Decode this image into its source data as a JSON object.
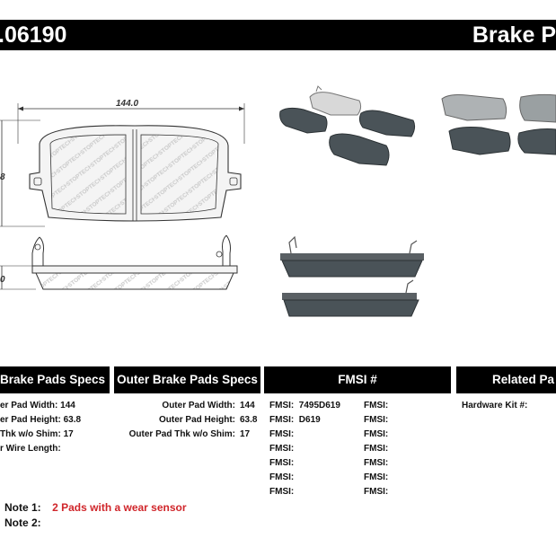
{
  "header": {
    "part_number": ".06190",
    "category": "Brake P"
  },
  "drawing": {
    "width_dim": "144.0",
    "height_dim_fragment": "8",
    "thk_dim_fragment": "0",
    "watermark": "STOPTECH"
  },
  "columns": {
    "inner": {
      "title": "Brake Pads Specs",
      "rows": [
        {
          "label": "er Pad Width:",
          "value": "144"
        },
        {
          "label": "er Pad Height:",
          "value": "63.8"
        },
        {
          "label": "Thk w/o Shim:",
          "value": "17"
        },
        {
          "label": "r Wire Length:",
          "value": ""
        }
      ]
    },
    "outer": {
      "title": "Outer Brake Pads Specs",
      "rows": [
        {
          "label": "Outer Pad Width:",
          "value": "144"
        },
        {
          "label": "Outer Pad Height:",
          "value": "63.8"
        },
        {
          "label": "Outer Pad Thk w/o Shim:",
          "value": "17"
        }
      ]
    },
    "fmsi": {
      "title": "FMSI #",
      "left": [
        {
          "label": "FMSI:",
          "value": "7495D619"
        },
        {
          "label": "FMSI:",
          "value": "D619"
        },
        {
          "label": "FMSI:",
          "value": ""
        },
        {
          "label": "FMSI:",
          "value": ""
        },
        {
          "label": "FMSI:",
          "value": ""
        },
        {
          "label": "FMSI:",
          "value": ""
        },
        {
          "label": "FMSI:",
          "value": ""
        }
      ],
      "right": [
        {
          "label": "FMSI:",
          "value": ""
        },
        {
          "label": "FMSI:",
          "value": ""
        },
        {
          "label": "FMSI:",
          "value": ""
        },
        {
          "label": "FMSI:",
          "value": ""
        },
        {
          "label": "FMSI:",
          "value": ""
        },
        {
          "label": "FMSI:",
          "value": ""
        },
        {
          "label": "FMSI:",
          "value": ""
        }
      ]
    },
    "related": {
      "title": "Related Pa",
      "rows": [
        {
          "label": "Hardware Kit #:",
          "value": ""
        }
      ]
    }
  },
  "notes": [
    {
      "label": "Note 1:",
      "value": "2 Pads with a wear sensor"
    },
    {
      "label": "Note 2:",
      "value": ""
    }
  ],
  "colors": {
    "header_bg": "#000000",
    "note_red": "#d0262b",
    "pad_fill": "#4a5358"
  }
}
